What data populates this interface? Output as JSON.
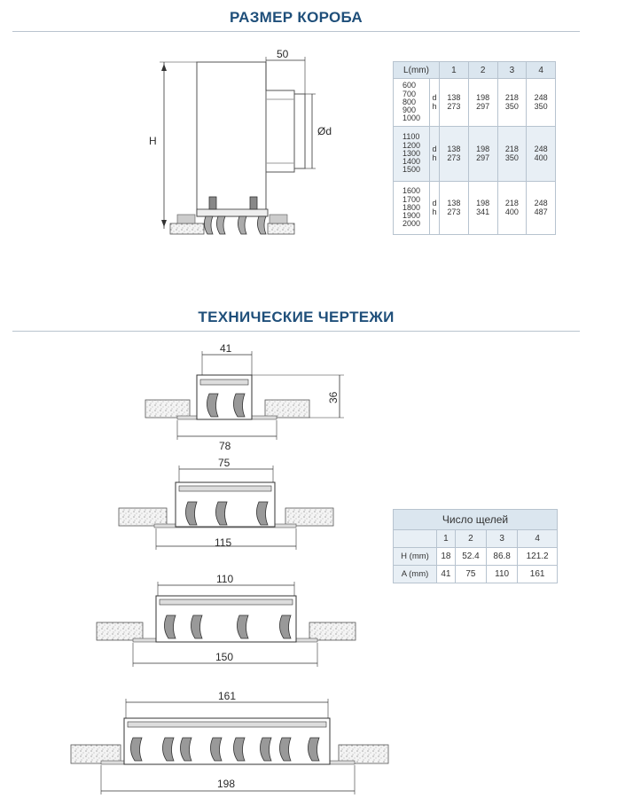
{
  "sections": {
    "box_size_title": "РАЗМЕР КОРОБА",
    "tech_drawings_title": "ТЕХНИЧЕСКИЕ ЧЕРТЕЖИ"
  },
  "box_drawing": {
    "dim_top": "50",
    "dim_height": "H",
    "dim_diameter": "Ød"
  },
  "box_table": {
    "header": [
      "L(mm)",
      "1",
      "2",
      "3",
      "4"
    ],
    "rows": [
      {
        "lengths": "600\n700\n800\n900\n1000",
        "labels": "d\nh",
        "c1": "138\n273",
        "c2": "198\n297",
        "c3": "218\n350",
        "c4": "248\n350"
      },
      {
        "lengths": "1100\n1200\n1300\n1400\n1500",
        "labels": "d\nh",
        "c1": "138\n273",
        "c2": "198\n297",
        "c3": "218\n350",
        "c4": "248\n400"
      },
      {
        "lengths": "1600\n1700\n1800\n1900\n2000",
        "labels": "d\nh",
        "c1": "138\n273",
        "c2": "198\n341",
        "c3": "218\n400",
        "c4": "248\n487"
      }
    ]
  },
  "tech_drawings": [
    {
      "top_dim": "41",
      "bottom_dim": "78",
      "side_dim": "36"
    },
    {
      "top_dim": "75",
      "bottom_dim": "115"
    },
    {
      "top_dim": "110",
      "bottom_dim": "150"
    },
    {
      "top_dim": "161",
      "bottom_dim": "198"
    }
  ],
  "slots_table": {
    "caption": "Число щелей",
    "header": [
      "1",
      "2",
      "3",
      "4"
    ],
    "h_label": "H (mm)",
    "h_values": [
      "18",
      "52.4",
      "86.8",
      "121.2"
    ],
    "a_label": "A (mm)",
    "a_values": [
      "41",
      "75",
      "110",
      "161"
    ]
  }
}
